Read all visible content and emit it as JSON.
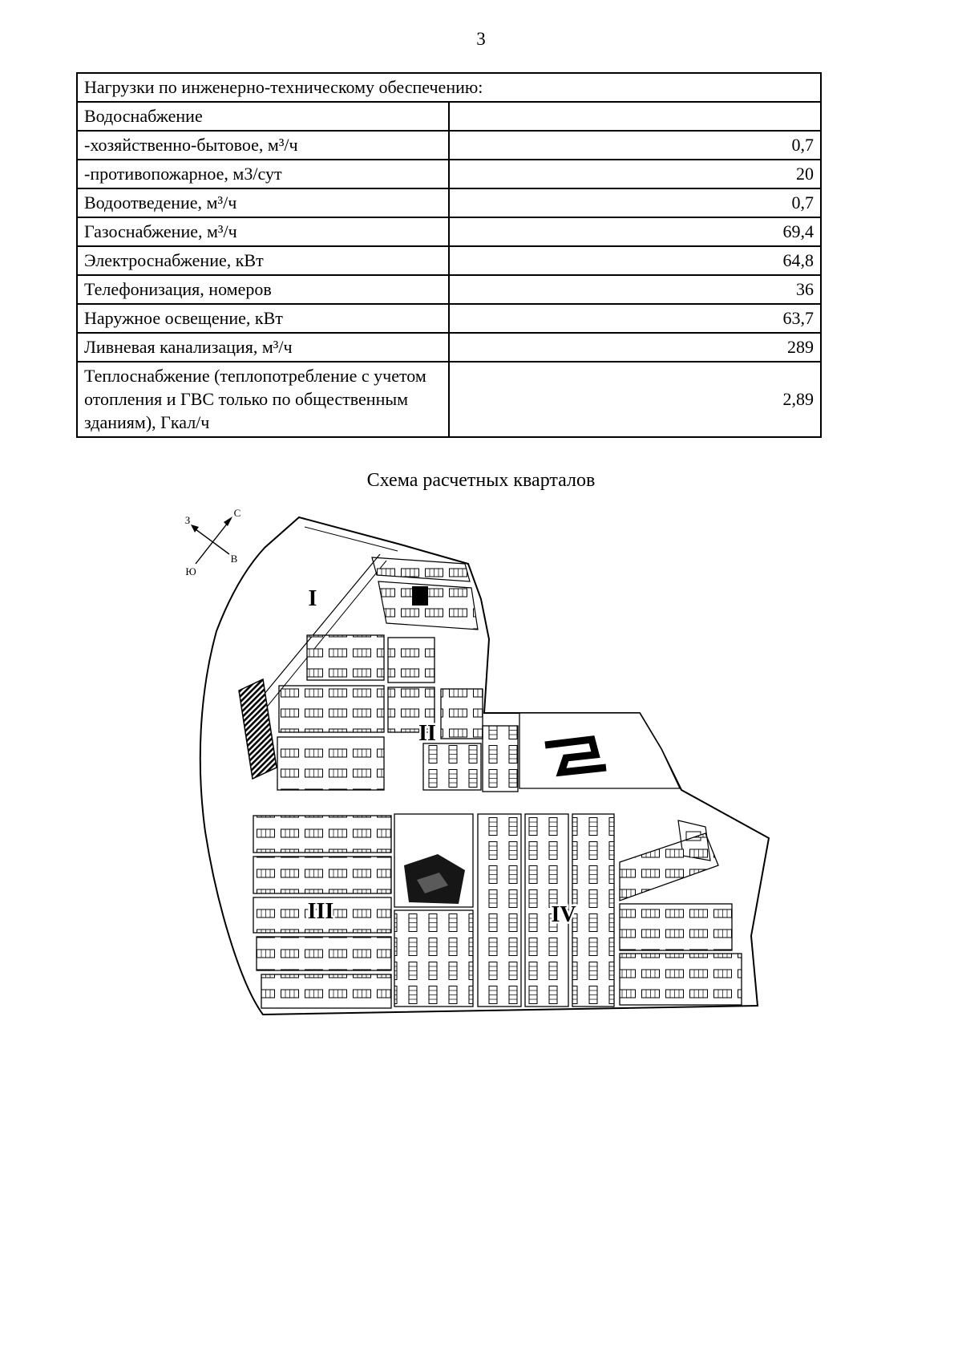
{
  "page": {
    "number": "3"
  },
  "table": {
    "header": "Нагрузки по инженерно-техническому обеспечению:",
    "rows": [
      {
        "label": "Водоснабжение",
        "value": ""
      },
      {
        "label": "-хозяйственно-бытовое, м³/ч",
        "value": "0,7"
      },
      {
        "label": "-противопожарное, м3/сут",
        "value": "20"
      },
      {
        "label": "Водоотведение, м³/ч",
        "value": "0,7"
      },
      {
        "label": "Газоснабжение, м³/ч",
        "value": "69,4"
      },
      {
        "label": "Электроснабжение, кВт",
        "value": "64,8"
      },
      {
        "label": "Телефонизация, номеров",
        "value": "36"
      },
      {
        "label": "Наружное освещение, кВт",
        "value": "63,7"
      },
      {
        "label": "Ливневая канализация, м³/ч",
        "value": "289"
      },
      {
        "label": "Теплоснабжение (теплопотребление с учетом отопления и ГВС только по общественным зданиям), Гкал/ч",
        "value": "2,89"
      }
    ]
  },
  "map": {
    "title": "Схема расчетных кварталов",
    "quarters": {
      "q1": "I",
      "q2": "II",
      "q3": "III",
      "q4": "IV"
    },
    "compass": {
      "north": "С",
      "south": "Ю",
      "west": "З",
      "east": "В"
    }
  }
}
